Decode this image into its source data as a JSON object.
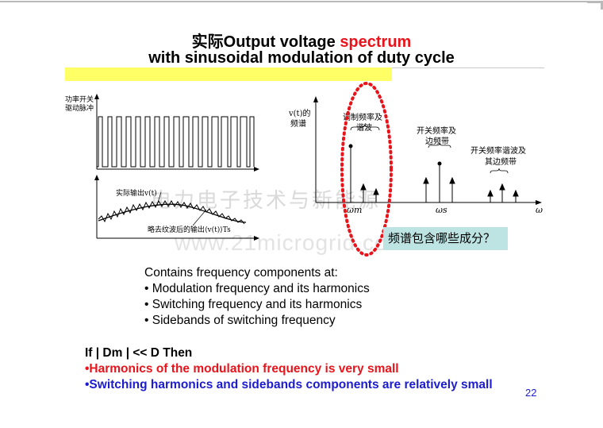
{
  "slide": {
    "title_line1_cn": "实际",
    "title_line1_en": "Output voltage ",
    "title_line1_highlight": "spectrum",
    "title_line2": "with sinusoidal modulation of duty cycle",
    "page_number": "22"
  },
  "left_figure": {
    "pulse_label_line1": "功率开关",
    "pulse_label_line2": "驱动脉冲",
    "actual_output_label": "实际输出v(t)",
    "filtered_output_label": "略去纹波后的输出⟨v(t)⟩Ts"
  },
  "right_figure": {
    "y_label_line1": "v(t)的",
    "y_label_line2": "频谱",
    "annot_modulation_line1": "调制频率及",
    "annot_modulation_line2": "谐波",
    "annot_switching_line1": "开关频率及",
    "annot_switching_line2": "边频带",
    "annot_harmonics_line1": "开关频率谐波及",
    "annot_harmonics_line2": "其边频带",
    "omega_m": "ωm",
    "omega_s": "ωs",
    "omega": "ω"
  },
  "watermark": {
    "line1": "电力电子技术与新能源",
    "line2": "www.21microgrid.com"
  },
  "question_box": "频谱包含哪些成分？",
  "contents": {
    "intro": "Contains frequency components at:",
    "items": [
      "• Modulation frequency and its harmonics",
      "• Switching frequency and its harmonics",
      "• Sidebands of switching frequency"
    ]
  },
  "condition": {
    "heading": "If | Dm | << D  Then",
    "red_line": "•Harmonics of the modulation frequency is very small",
    "blue_line": "•Switching harmonics and sidebands components are relatively small"
  },
  "colors": {
    "accent_red": "#e8141b",
    "accent_blue": "#1c1ccf",
    "highlight_yellow": "#ffff66",
    "question_box_bg": "#bde3e3"
  }
}
